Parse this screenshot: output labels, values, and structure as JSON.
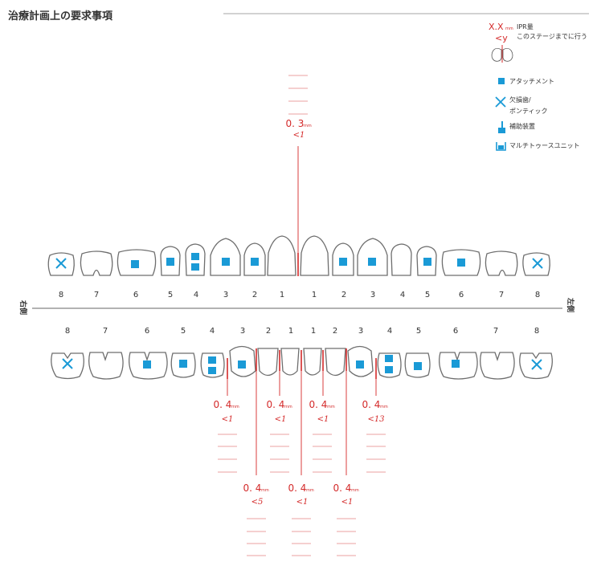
{
  "title": "治療計画上の要求事項",
  "side_right": "右側",
  "side_left": "左側",
  "legend": {
    "ipr_value": "X.X",
    "ipr_unit": "mm",
    "ipr_label": "IPR量",
    "stage_value": "<y",
    "stage_label": "このステージまでに行う",
    "attachment": "アタッチメント",
    "missing_line1": "欠損歯/",
    "missing_line2": "ポンティック",
    "auxiliary": "補助装置",
    "multi_tooth": "マルチトゥースユニット"
  },
  "upper_numbers": [
    "8",
    "7",
    "6",
    "5",
    "4",
    "3",
    "2",
    "1",
    "1",
    "2",
    "3",
    "4",
    "5",
    "6",
    "7",
    "8"
  ],
  "lower_numbers": [
    "8",
    "7",
    "6",
    "5",
    "4",
    "3",
    "2",
    "1",
    "1",
    "2",
    "3",
    "4",
    "5",
    "6",
    "7",
    "8"
  ],
  "ipr": [
    {
      "id": "upper-1-1",
      "value": "0. 3",
      "unit": "mm",
      "stage": "<1"
    },
    {
      "id": "lower-r4-r3",
      "value": "0. 4",
      "unit": "mm",
      "stage": "<1"
    },
    {
      "id": "lower-r3-r2",
      "value": "0. 4",
      "unit": "mm",
      "stage": "<5"
    },
    {
      "id": "lower-r2-r1",
      "value": "0. 4",
      "unit": "mm",
      "stage": "<1"
    },
    {
      "id": "lower-r1-l1",
      "value": "0. 4",
      "unit": "mm",
      "stage": "<1"
    },
    {
      "id": "lower-l1-l2",
      "value": "0. 4",
      "unit": "mm",
      "stage": "<1"
    },
    {
      "id": "lower-l2-l3",
      "value": "0. 4",
      "unit": "mm",
      "stage": "<1"
    },
    {
      "id": "lower-l3-l4",
      "value": "0. 4",
      "unit": "mm",
      "stage": "<13"
    }
  ],
  "colors": {
    "accent": "#1a9ad6",
    "ipr": "#d42a2a",
    "outline": "#6e6e6e"
  }
}
